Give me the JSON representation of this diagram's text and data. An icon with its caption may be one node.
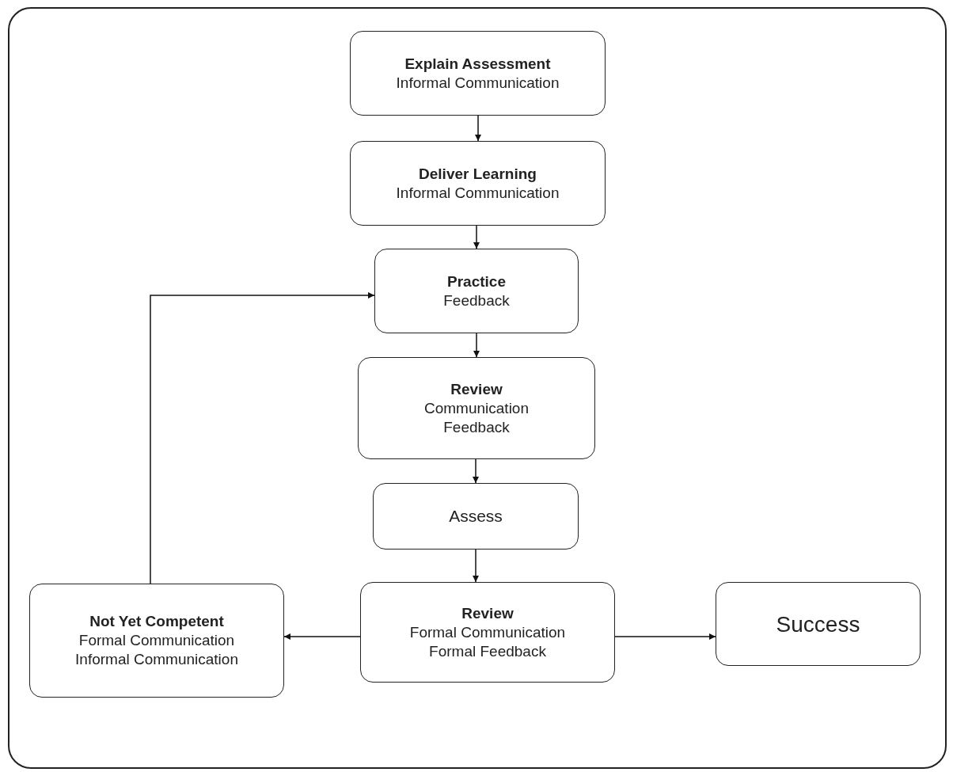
{
  "diagram": {
    "nodes": [
      {
        "text": [
          "Explain Assessment",
          "Informal Communication"
        ]
      },
      {
        "text": [
          "Deliver Learning",
          "Informal Communication"
        ]
      },
      {
        "text": [
          "Practice",
          "Feedback"
        ]
      },
      {
        "text": [
          "Review",
          "Communication",
          "Feedback"
        ]
      },
      {
        "text": [
          "Assess"
        ]
      },
      {
        "text": [
          "Review",
          "Formal Communication",
          "Formal Feedback"
        ]
      },
      {
        "text": [
          "Not Yet Competent",
          "Formal Communication",
          "Informal Communication"
        ]
      },
      {
        "text": [
          "Success"
        ]
      }
    ],
    "edges": [
      {
        "from": 0,
        "to": 1,
        "arrow": "to"
      },
      {
        "from": 1,
        "to": 2,
        "arrow": "to"
      },
      {
        "from": 2,
        "to": 3,
        "arrow": "to"
      },
      {
        "from": 3,
        "to": 4,
        "arrow": "to"
      },
      {
        "from": 4,
        "to": 5,
        "arrow": "to"
      },
      {
        "from": 5,
        "to": 6,
        "arrow": "to"
      },
      {
        "from": 5,
        "to": 7,
        "arrow": "to"
      },
      {
        "from": 6,
        "to": 2,
        "arrow": "to"
      }
    ]
  }
}
